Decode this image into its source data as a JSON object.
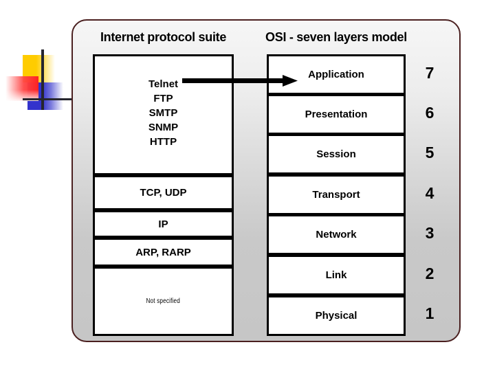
{
  "diagram": {
    "decoration": {
      "name": "powerpoint-accent-motif",
      "colors": {
        "yellow": "#FFCC00",
        "blue": "#3333CC",
        "red": "#FF2222",
        "rule": "#26262E"
      }
    },
    "panel": {
      "fill_top": "#F6F6F6",
      "fill_bottom": "#C6C6C6",
      "border_color": "#4A1F1F"
    },
    "columns": {
      "tcpip": {
        "title": "Internet protocol suite",
        "boxes": [
          {
            "id": "application-protocols",
            "type": "protocol-list",
            "items": [
              "Telnet",
              "FTP",
              "SMTP",
              "SNMP",
              "HTTP"
            ]
          },
          {
            "id": "transport",
            "type": "label",
            "label": "TCP,  UDP"
          },
          {
            "id": "internet",
            "type": "label",
            "label": "IP"
          },
          {
            "id": "address-resolution",
            "type": "label",
            "label": "ARP, RARP"
          },
          {
            "id": "not-specified",
            "type": "label-small",
            "label": "Not   specified"
          }
        ]
      },
      "osi": {
        "title": "OSI - seven layers model",
        "layers": [
          {
            "name": "Application",
            "number": "7"
          },
          {
            "name": "Presentation",
            "number": "6"
          },
          {
            "name": "Session",
            "number": "5"
          },
          {
            "name": "Transport",
            "number": "4"
          },
          {
            "name": "Network",
            "number": "3"
          },
          {
            "name": "Link",
            "number": "2"
          },
          {
            "name": "Physical",
            "number": "1"
          }
        ]
      }
    },
    "mapping_arrow": {
      "from": "Telnet",
      "to": "Application",
      "color": "#000000"
    }
  }
}
